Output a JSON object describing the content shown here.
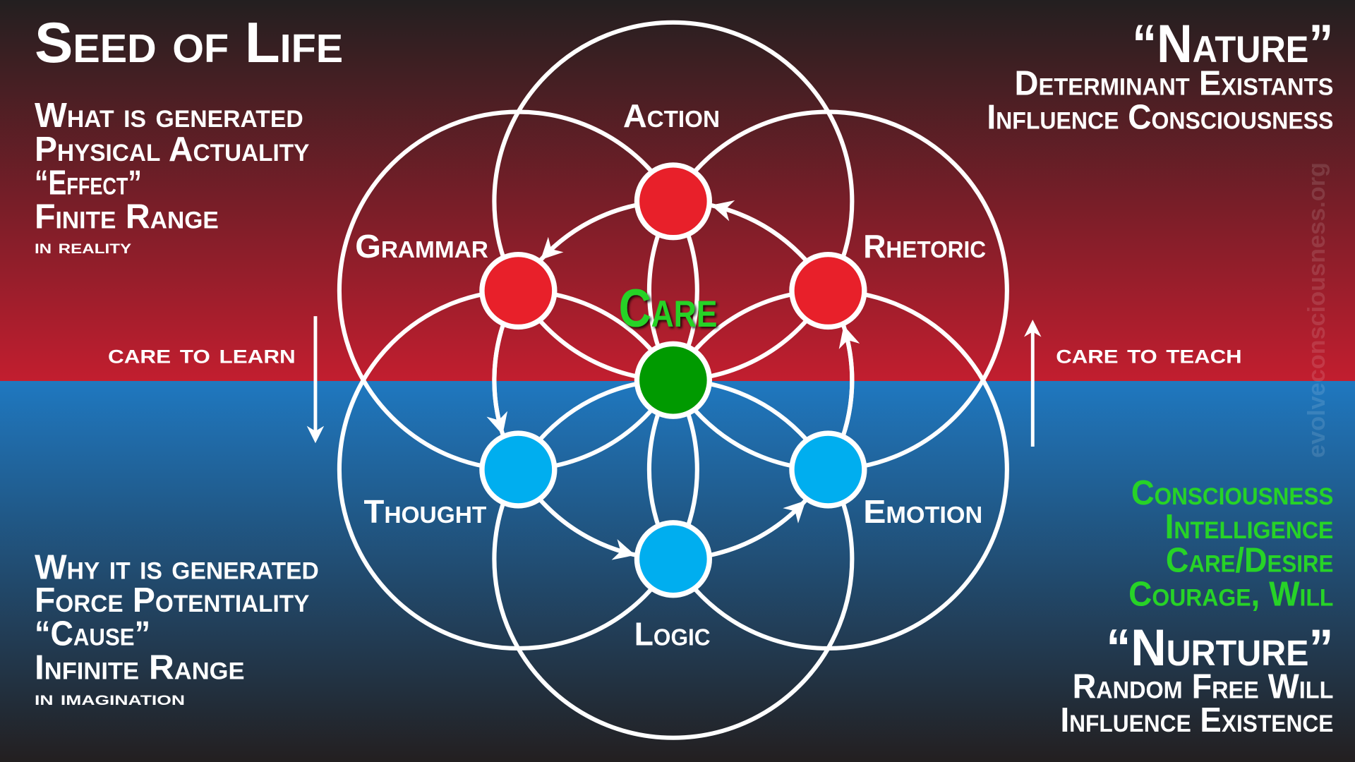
{
  "title": "Seed of Life",
  "top_left": {
    "lines": [
      "What is generated",
      "Physical Actuality",
      "“Effect”",
      "Finite Range"
    ],
    "sub": "in reality"
  },
  "bottom_left": {
    "lines": [
      "Why it is generated",
      "Force Potentiality",
      "“Cause”",
      "Infinite Range"
    ],
    "sub": "in imagination"
  },
  "top_right": {
    "heading": "“Nature”",
    "lines": [
      "Determinant Existants",
      "Influence Consciousness"
    ]
  },
  "bottom_right": {
    "green_lines": [
      "Consciousness",
      "Intelligence",
      "Care/Desire",
      "Courage, Will"
    ],
    "heading": "“Nurture”",
    "lines": [
      "Random Free Will",
      "Influence Existence"
    ]
  },
  "side_labels": {
    "left": "care to learn",
    "right": "care to teach"
  },
  "nodes": {
    "action": "Action",
    "grammar": "Grammar",
    "rhetoric": "Rhetoric",
    "thought": "Thought",
    "emotion": "Emotion",
    "logic": "Logic",
    "care": "Care"
  },
  "watermark": "evolveconsciousness.org",
  "colors": {
    "red_node": "#e8202a",
    "blue_node": "#00aeef",
    "green_node": "#009a00",
    "green_text": "#27d327"
  }
}
